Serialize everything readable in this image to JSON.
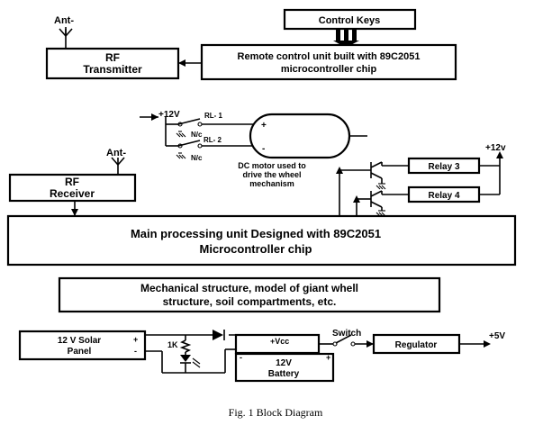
{
  "blocks": {
    "control_keys": "Control Keys",
    "remote_unit_line1": "Remote control unit built with 89C2051",
    "remote_unit_line2": "microcontroller chip",
    "rf_transmitter_line1": "RF",
    "rf_transmitter_line2": "Transmitter",
    "rf_receiver_line1": "RF",
    "rf_receiver_line2": "Receiver",
    "main_unit_line1": "Main processing unit Designed with 89C2051",
    "main_unit_line2": "Microcontroller chip",
    "relay3": "Relay 3",
    "relay4": "Relay 4",
    "mechanical_line1": "Mechanical structure, model of giant whell",
    "mechanical_line2": "structure, soil compartments, etc.",
    "solar_line1": "12 V Solar",
    "solar_line2": "Panel",
    "battery_line1": "12V",
    "battery_line2": "Battery",
    "regulator": "Regulator"
  },
  "labels": {
    "antenna_tx": "Ant-",
    "antenna_rx": "Ant-",
    "plus12v_motor": "+12V",
    "rl1": "RL- 1",
    "rl2": "RL- 2",
    "nc1": "N/c",
    "nc2": "N/c",
    "motor_plus": "+",
    "motor_minus": "-",
    "motor_line1": "DC motor used to",
    "motor_line2": "drive the wheel",
    "motor_line3": "mechanism",
    "plus12v_relays": "+12v",
    "resistor": "1K",
    "vcc": "+Vcc",
    "switch": "Switch",
    "plus5v": "+5V",
    "solar_plus": "+",
    "solar_minus": "-",
    "battery_plus": "+",
    "battery_minus": "-"
  },
  "caption": "Fig. 1 Block Diagram"
}
